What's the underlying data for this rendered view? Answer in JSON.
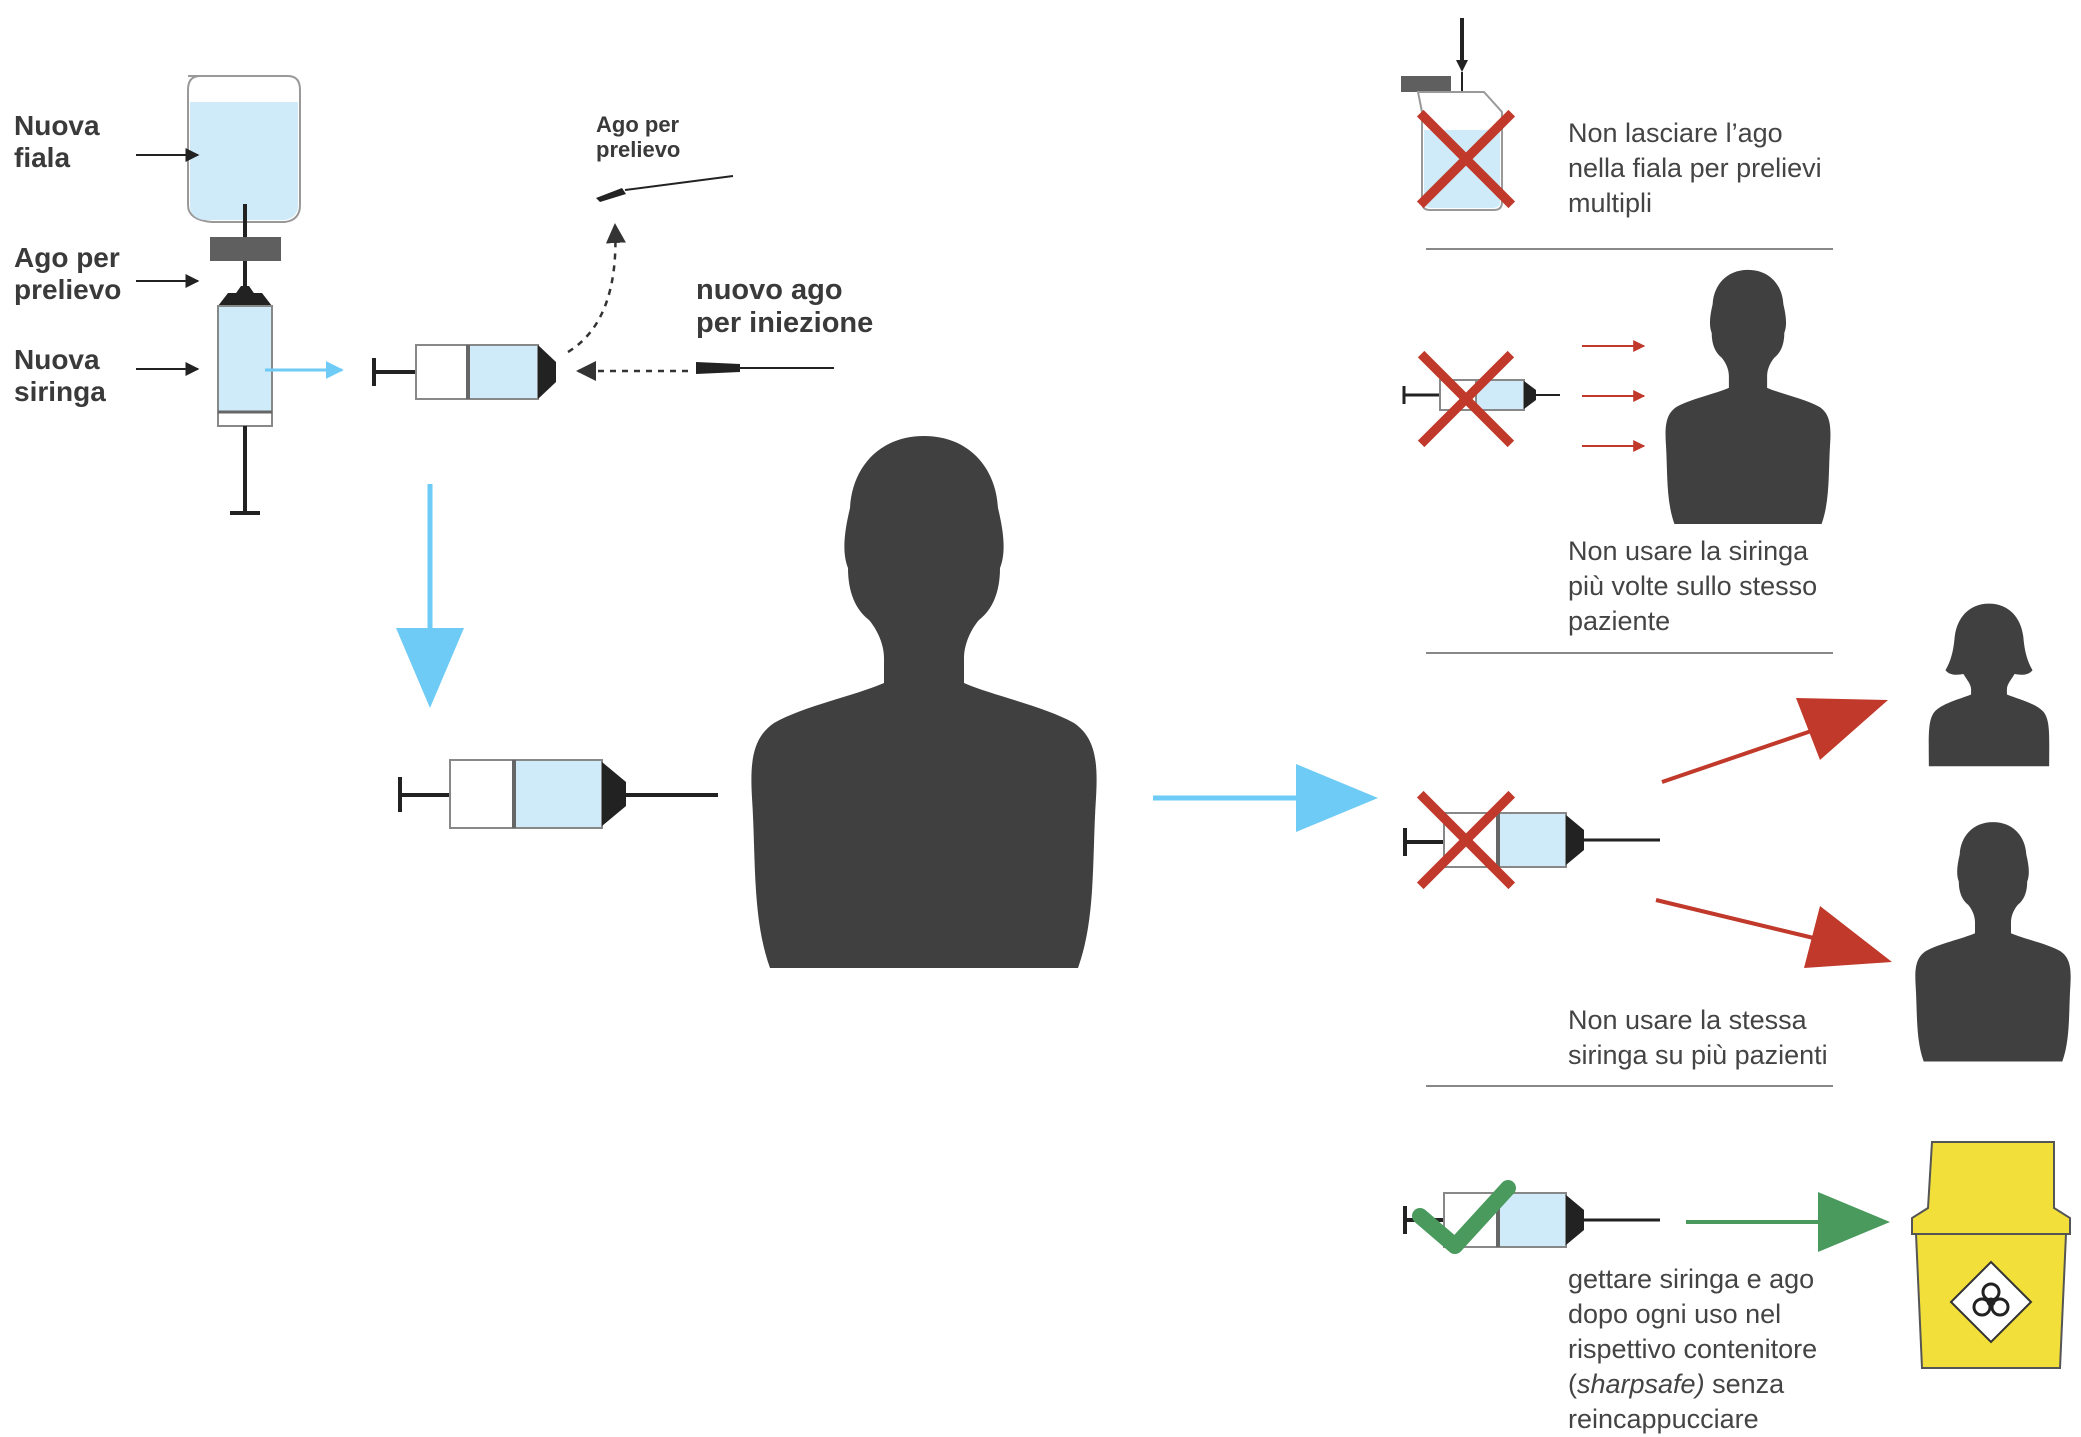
{
  "colors": {
    "silhouette": "#404040",
    "liquid": "#cfeaf8",
    "flow_arrow": "#6ecbf5",
    "wrong": "#c0392b",
    "right": "#4a9a5e",
    "sharps_bin": "#f2df3a",
    "rule_line": "#888888"
  },
  "labels": {
    "new_vial": "Nuova\nfiala",
    "draw_needle": "Ago per\nprelievo",
    "new_syringe": "Nuova\nsiringa",
    "draw_needle_top": "Ago per\nprelievo",
    "new_injection_needle": "nuovo ago\nper iniezione"
  },
  "rules": [
    {
      "status": "wrong",
      "text": "Non lasciare l’ago\nnella fiala per prelievi\nmultipli"
    },
    {
      "status": "wrong",
      "text": "Non usare la siringa\npiù volte sullo stesso\npaziente"
    },
    {
      "status": "wrong",
      "text": "Non usare la stessa\nsiringa su più pazienti"
    },
    {
      "status": "right",
      "text_before": "gettare siringa e ago\ndopo ogni uso nel\nrispettivo contenitore\n(",
      "text_italic": "sharpsafe)",
      "text_after": " senza\nreincappucciare"
    }
  ],
  "icons": [
    "vial-icon",
    "syringe-icon",
    "needle-icon",
    "person-silhouette-icon",
    "cross-icon",
    "checkmark-icon",
    "sharps-container-icon",
    "biohazard-icon"
  ]
}
